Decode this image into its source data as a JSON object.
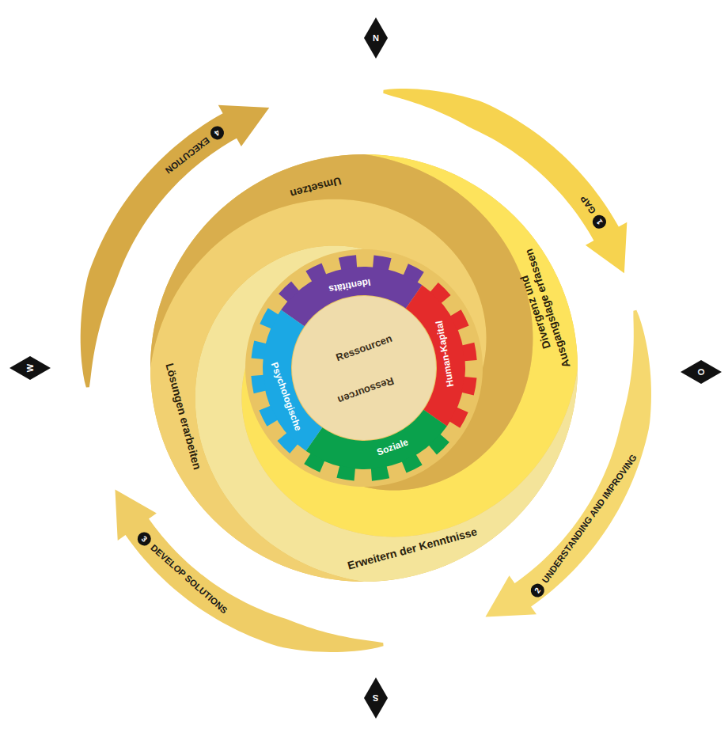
{
  "diagram": {
    "nodes": [
      {
        "text": [
          "N"
        ]
      },
      {
        "text": [
          "O"
        ]
      },
      {
        "text": [
          "S"
        ]
      },
      {
        "text": [
          "W"
        ]
      },
      {
        "text": [
          "1",
          "GAP"
        ]
      },
      {
        "text": [
          "2",
          "UNDERSTANDING AND IMPROVING"
        ]
      },
      {
        "text": [
          "3",
          "DEVELOP SOLUTIONS"
        ]
      },
      {
        "text": [
          "4",
          "EXECUTION"
        ]
      },
      {
        "text": [
          "Divergenz und Ausgangslage erfassen"
        ]
      },
      {
        "text": [
          "Erweitern der Kenntnisse"
        ]
      },
      {
        "text": [
          "Lösungen erarbeiten"
        ]
      },
      {
        "text": [
          "Umsetzen"
        ]
      },
      {
        "text": [
          "Identitäts"
        ]
      },
      {
        "text": [
          "Human-Kapital"
        ]
      },
      {
        "text": [
          "Soziale"
        ]
      },
      {
        "text": [
          "Psychologische"
        ]
      },
      {
        "text": [
          "Ressourcen",
          "Ressourcen"
        ]
      }
    ]
  }
}
